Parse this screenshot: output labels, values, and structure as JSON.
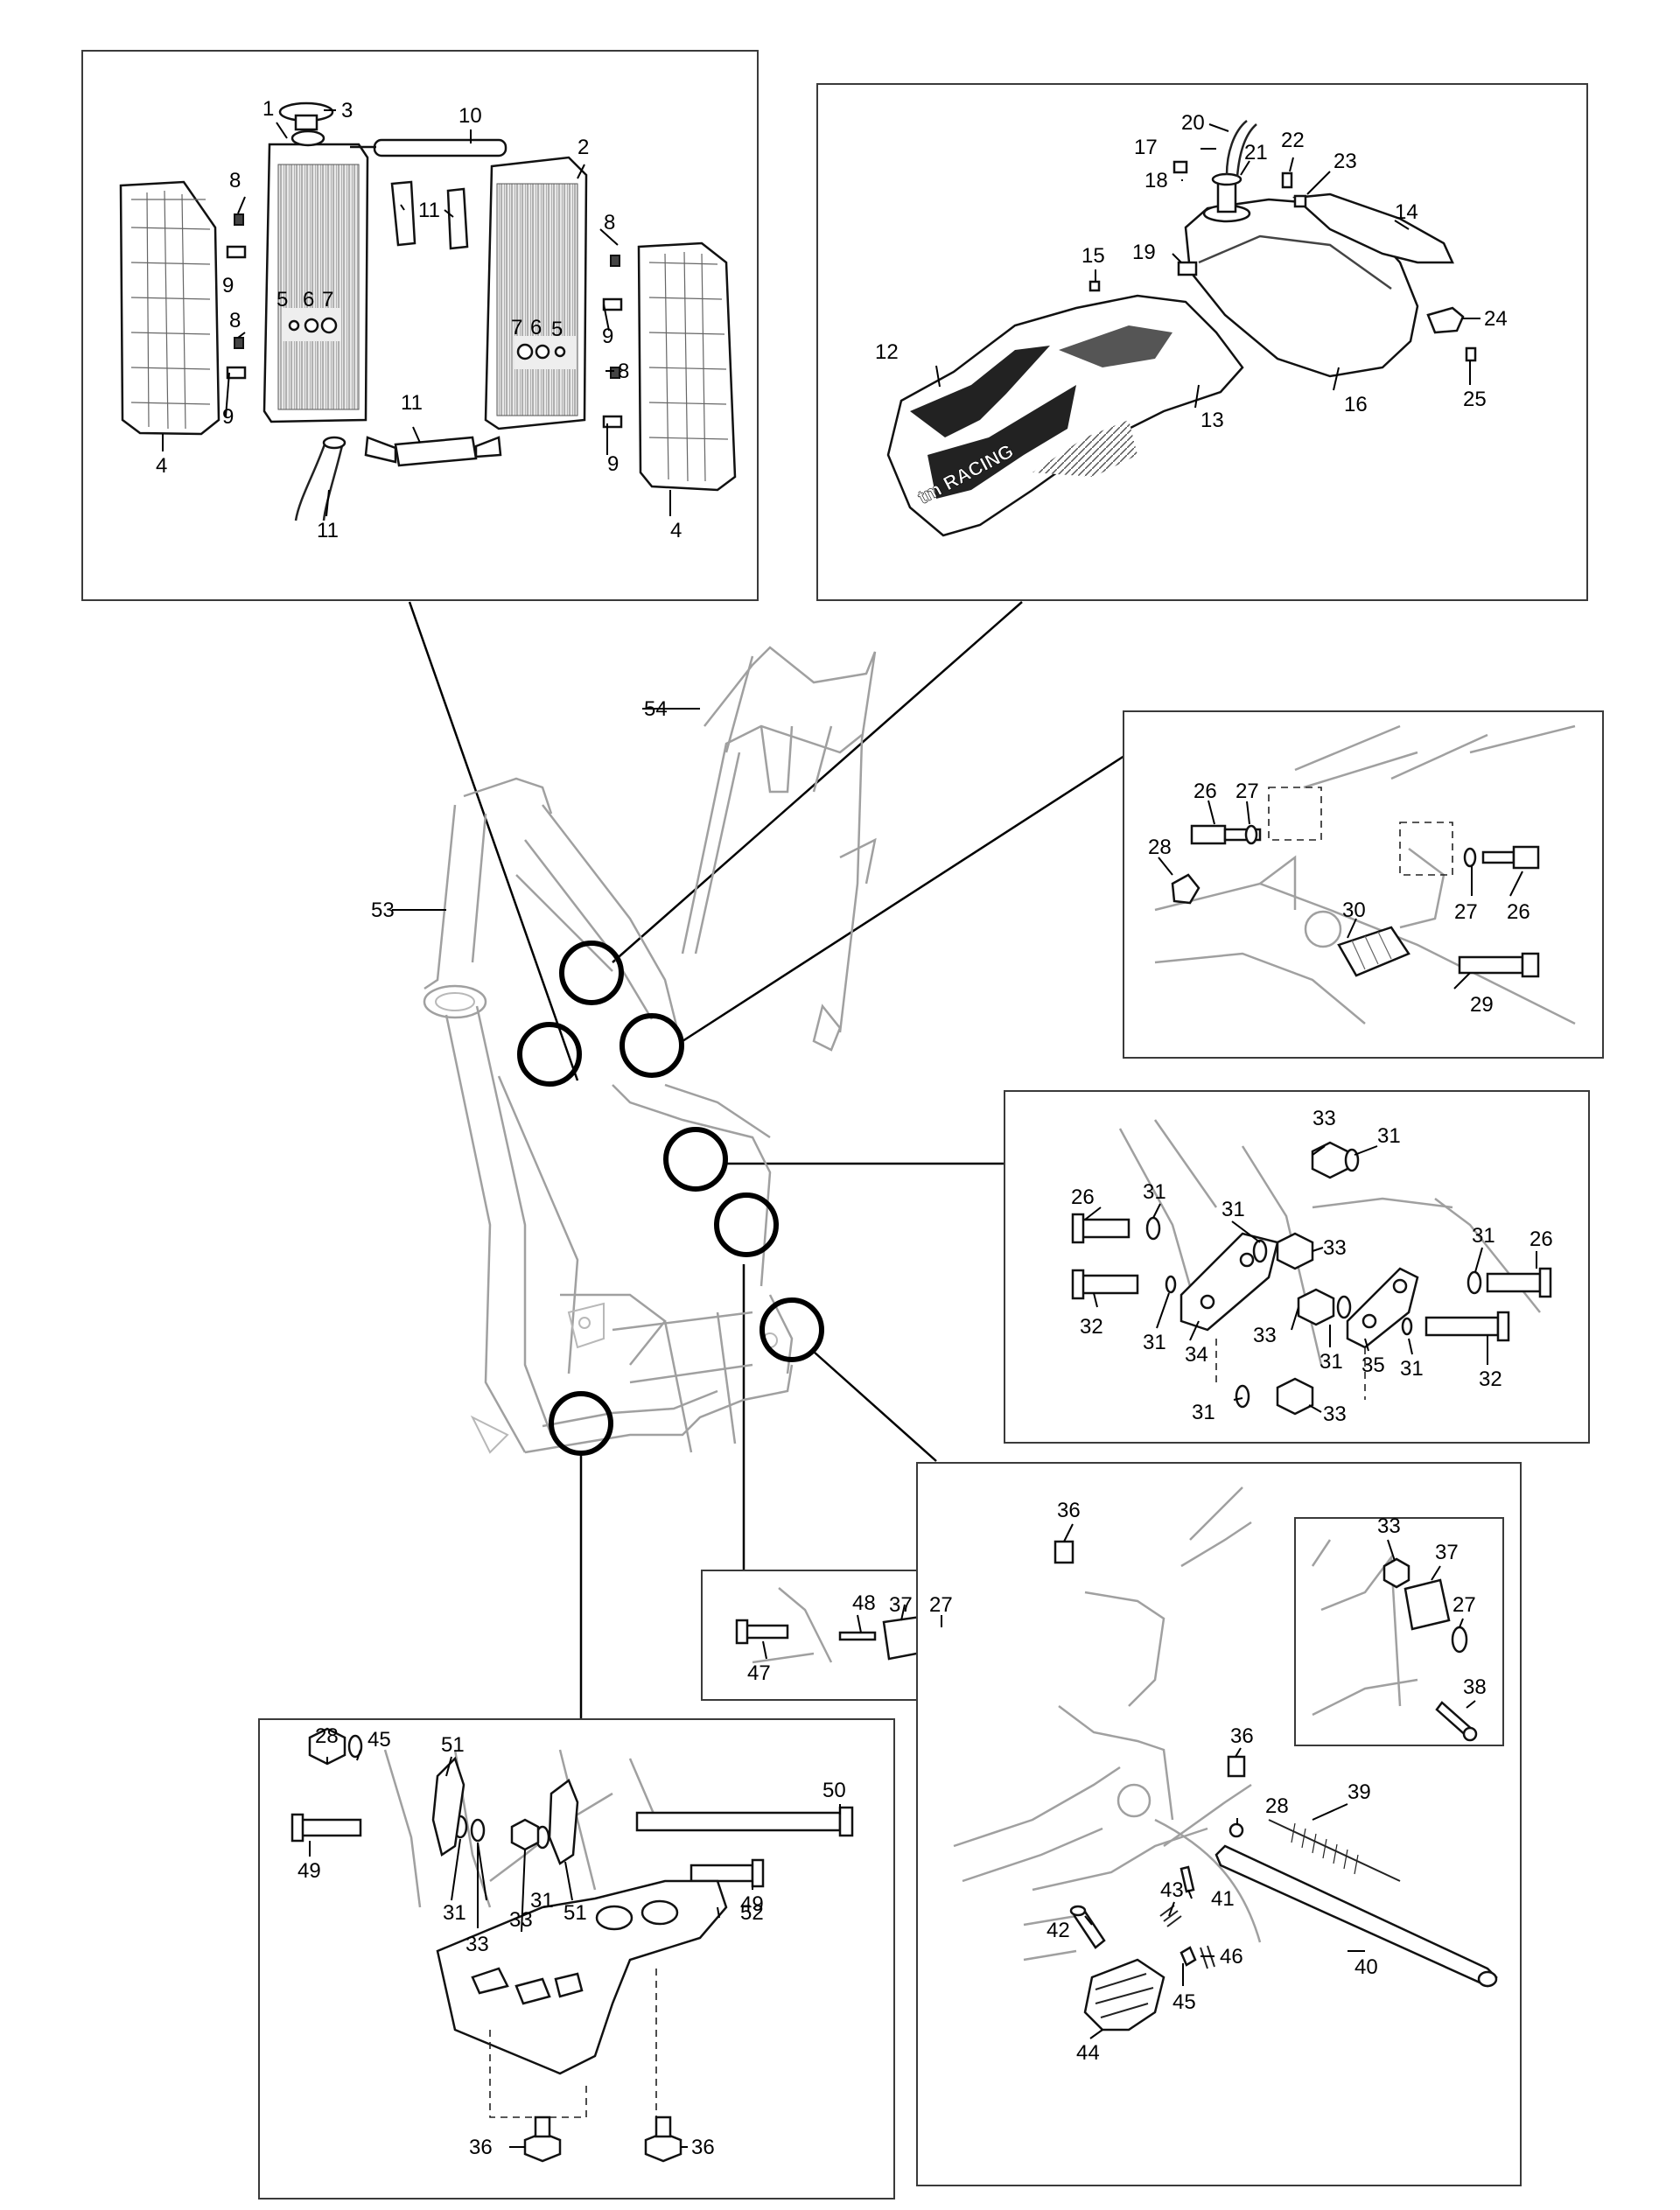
{
  "callouts": {
    "radiator": [
      {
        "t": "1"
      },
      {
        "t": "3"
      },
      {
        "t": "10"
      },
      {
        "t": "2"
      },
      {
        "t": "8"
      },
      {
        "t": "11"
      },
      {
        "t": "11"
      },
      {
        "t": "8"
      },
      {
        "t": "9"
      },
      {
        "t": "5"
      },
      {
        "t": "6"
      },
      {
        "t": "7"
      },
      {
        "t": "7"
      },
      {
        "t": "6"
      },
      {
        "t": "5"
      },
      {
        "t": "8"
      },
      {
        "t": "9"
      },
      {
        "t": "8"
      },
      {
        "t": "9"
      },
      {
        "t": "11"
      },
      {
        "t": "9"
      },
      {
        "t": "4"
      },
      {
        "t": "11"
      },
      {
        "t": "4"
      }
    ],
    "tank": [
      {
        "t": "20"
      },
      {
        "t": "17"
      },
      {
        "t": "21"
      },
      {
        "t": "22"
      },
      {
        "t": "23"
      },
      {
        "t": "18"
      },
      {
        "t": "14"
      },
      {
        "t": "15"
      },
      {
        "t": "19"
      },
      {
        "t": "24"
      },
      {
        "t": "12"
      },
      {
        "t": "13"
      },
      {
        "t": "16"
      },
      {
        "t": "25"
      }
    ],
    "frame": [
      {
        "t": "54"
      },
      {
        "t": "53"
      }
    ],
    "swingarm_pivot": [
      {
        "t": "26"
      },
      {
        "t": "27"
      },
      {
        "t": "28"
      },
      {
        "t": "27"
      },
      {
        "t": "26"
      },
      {
        "t": "30"
      },
      {
        "t": "29"
      }
    ],
    "engine_mounts": [
      {
        "t": "33"
      },
      {
        "t": "31"
      },
      {
        "t": "26"
      },
      {
        "t": "31"
      },
      {
        "t": "31"
      },
      {
        "t": "33"
      },
      {
        "t": "31"
      },
      {
        "t": "26"
      },
      {
        "t": "32"
      },
      {
        "t": "31"
      },
      {
        "t": "34"
      },
      {
        "t": "33"
      },
      {
        "t": "31"
      },
      {
        "t": "35"
      },
      {
        "t": "31"
      },
      {
        "t": "32"
      },
      {
        "t": "31"
      },
      {
        "t": "33"
      }
    ],
    "bushing": [
      {
        "t": "48"
      },
      {
        "t": "37"
      },
      {
        "t": "27"
      },
      {
        "t": "47"
      }
    ],
    "skid_plate": [
      {
        "t": "28"
      },
      {
        "t": "45"
      },
      {
        "t": "51"
      },
      {
        "t": "50"
      },
      {
        "t": "49"
      },
      {
        "t": "31"
      },
      {
        "t": "31"
      },
      {
        "t": "51"
      },
      {
        "t": "49"
      },
      {
        "t": "33"
      },
      {
        "t": "33"
      },
      {
        "t": "52"
      },
      {
        "t": "36"
      },
      {
        "t": "36"
      }
    ],
    "sidestand": [
      {
        "t": "36"
      },
      {
        "t": "36"
      },
      {
        "t": "28"
      },
      {
        "t": "39"
      },
      {
        "t": "41"
      },
      {
        "t": "43"
      },
      {
        "t": "42"
      },
      {
        "t": "40"
      },
      {
        "t": "46"
      },
      {
        "t": "45"
      },
      {
        "t": "44"
      }
    ],
    "sidestand_inset": [
      {
        "t": "33"
      },
      {
        "t": "37"
      },
      {
        "t": "27"
      },
      {
        "t": "38"
      }
    ]
  },
  "decal_text": "tm RACING"
}
